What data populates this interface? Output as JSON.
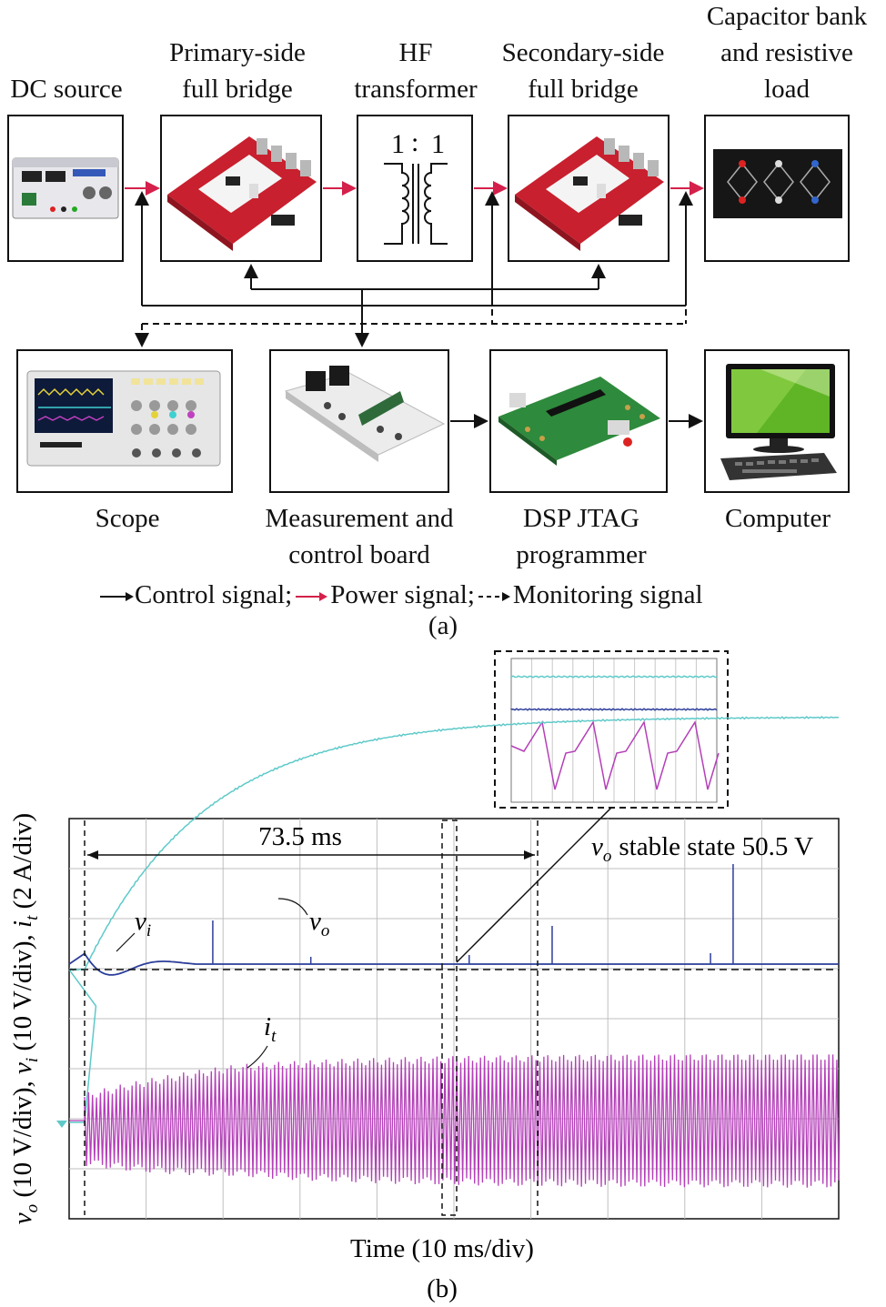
{
  "part_a": {
    "blocks": {
      "dc_source": "DC source",
      "primary_l1": "Primary-side",
      "primary_l2": "full bridge",
      "hf_l1": "HF",
      "hf_l2": "transformer",
      "secondary_l1": "Secondary-side",
      "secondary_l2": "full bridge",
      "cap_l1": "Capacitor bank",
      "cap_l2": "and resistive",
      "cap_l3": "load",
      "scope": "Scope",
      "meas_l1": "Measurement and",
      "meas_l2": "control board",
      "dsp_l1": "DSP JTAG",
      "dsp_l2": "programmer",
      "computer": "Computer"
    },
    "transformer_ratio_left": "1",
    "transformer_ratio_colon": ":",
    "transformer_ratio_right": "1",
    "legend": {
      "control": "Control signal;",
      "power": "Power signal;",
      "monitoring": "Monitoring signal"
    },
    "caption": "(a)",
    "colors": {
      "power": "#d4204a",
      "control": "#111111"
    }
  },
  "part_b": {
    "caption": "(b)",
    "annotation_time": "73.5 ms",
    "stable_label": "stable state 50.5 V",
    "stable_sym": "v",
    "stable_sub": "o",
    "xlabel": "Time (10 ms/div)",
    "ylabel_parts": [
      "v",
      "o",
      " (10 V/div), ",
      "v",
      "i",
      " (10 V/div), ",
      "i",
      "t",
      " (2 A/div)"
    ],
    "label_vi": {
      "sym": "v",
      "sub": "i"
    },
    "label_vo": {
      "sym": "v",
      "sub": "o"
    },
    "label_it": {
      "sym": "i",
      "sub": "t"
    },
    "colors": {
      "vo": "#5fc9c9",
      "vi": "#2c3e9a",
      "it": "#b43fb8",
      "grid": "#bfbfbf"
    }
  },
  "chart_data": {
    "type": "line",
    "xlabel": "Time (10 ms/div)",
    "ylabel": "vo (10 V/div), vi (10 V/div), it (2 A/div)",
    "x_divisions": 10,
    "y_divisions": 8,
    "series": [
      {
        "name": "vo",
        "description_points": [
          [
            0,
            0
          ],
          [
            73.5,
            50.5
          ],
          [
            100,
            50.5
          ]
        ]
      },
      {
        "name": "vi",
        "description_points": [
          [
            0,
            0
          ],
          [
            100,
            0
          ]
        ]
      },
      {
        "name": "it"
      }
    ],
    "annotations": [
      "73.5 ms",
      "vo stable state 50.5 V"
    ]
  }
}
